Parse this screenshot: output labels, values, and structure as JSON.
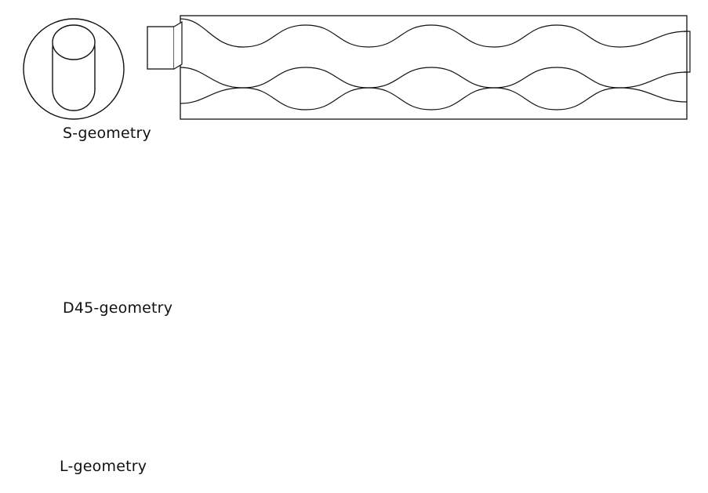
{
  "panels": [
    {
      "id": "s",
      "label": "S-geometry",
      "fill_color": "#ffffff",
      "shaft_color": "#ffffff"
    },
    {
      "id": "d45",
      "label": "D45-geometry",
      "fill_color": "#000000",
      "shaft_color": "#ffffff"
    },
    {
      "id": "l",
      "label": "L-geometry",
      "fill_color": "#303030",
      "shaft_color": "#ffffff"
    }
  ]
}
